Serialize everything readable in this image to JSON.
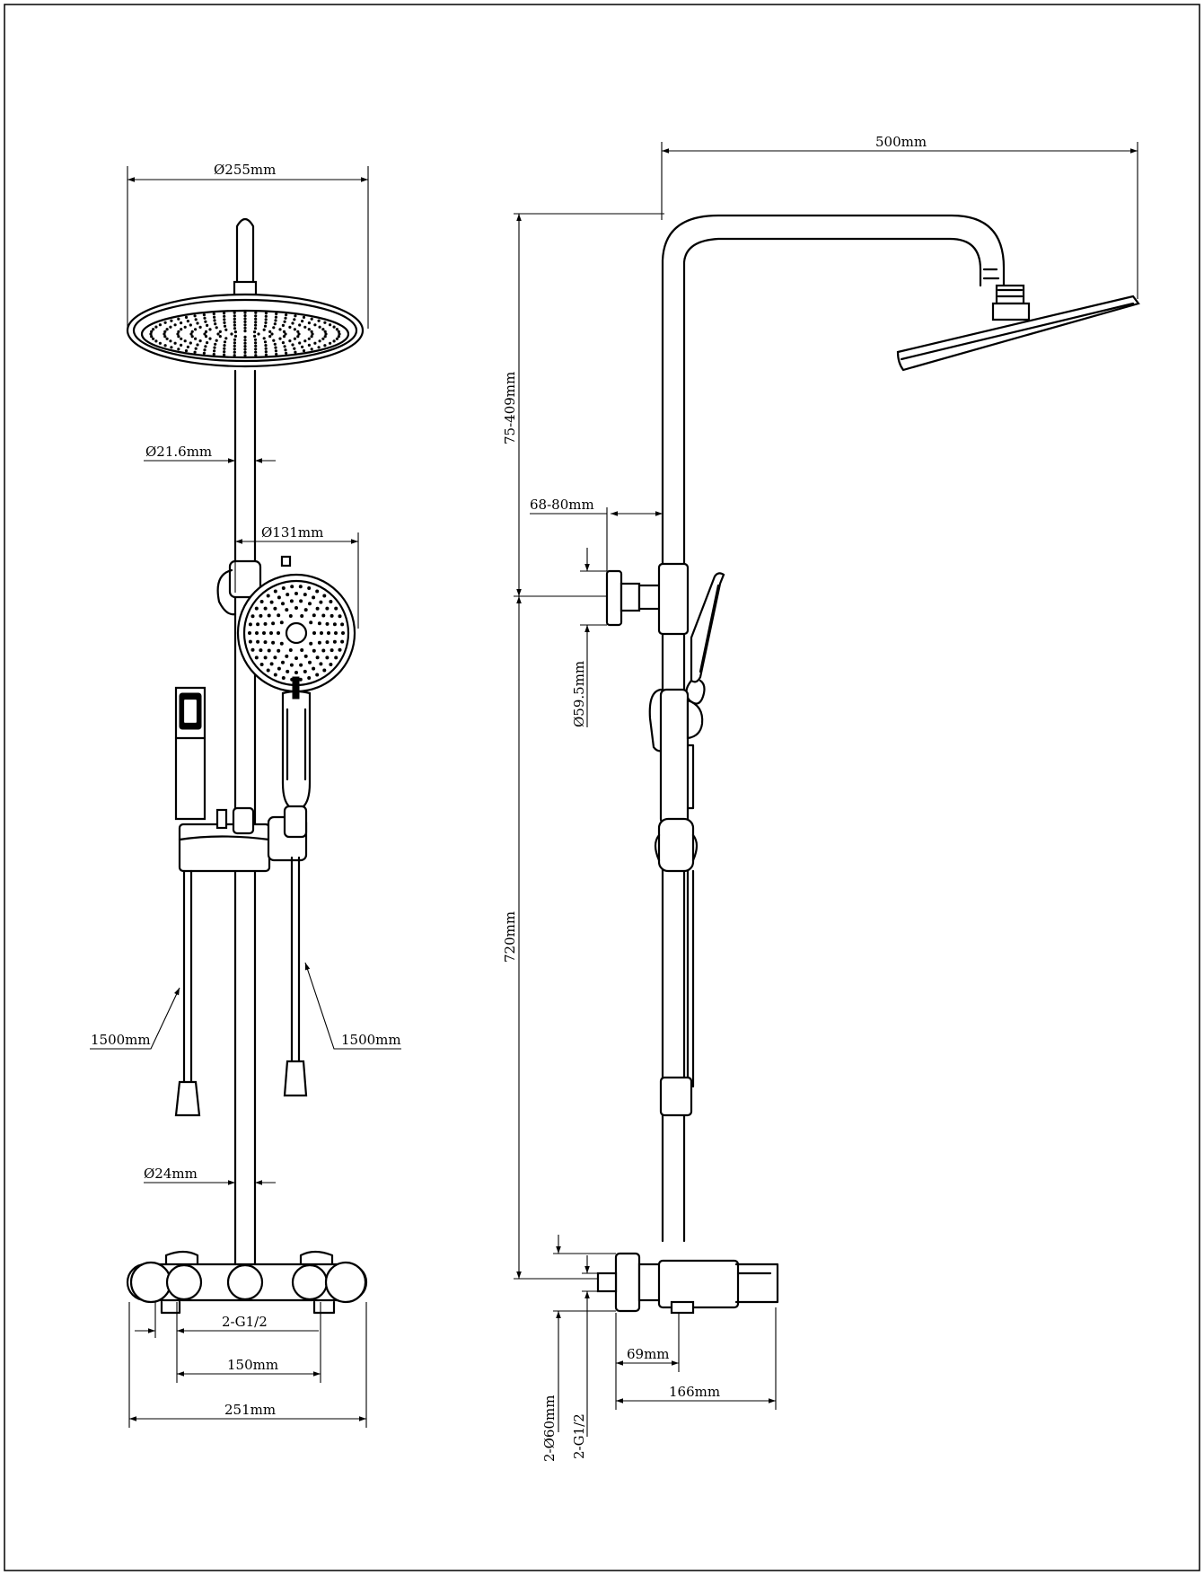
{
  "front_view": {
    "head_diameter": "Ø255mm",
    "pipe_upper_diameter": "Ø21.6mm",
    "hand_shower_diameter": "Ø131mm",
    "hose_left_length": "1500mm",
    "hose_right_length": "1500mm",
    "pipe_lower_diameter": "Ø24mm",
    "inlet_thread": "2-G1/2",
    "inlet_spacing": "150mm",
    "mixer_width": "251mm"
  },
  "side_view": {
    "arm_reach": "500mm",
    "upper_height_range": "75-409mm",
    "wall_offset_range": "68-80mm",
    "bracket_diameter": "Ø59.5mm",
    "lower_height": "720mm",
    "escutcheon_diameter": "2-Ø60mm",
    "inlet_thread": "2-G1/2",
    "inlet_depth": "69mm",
    "mixer_depth": "166mm"
  }
}
